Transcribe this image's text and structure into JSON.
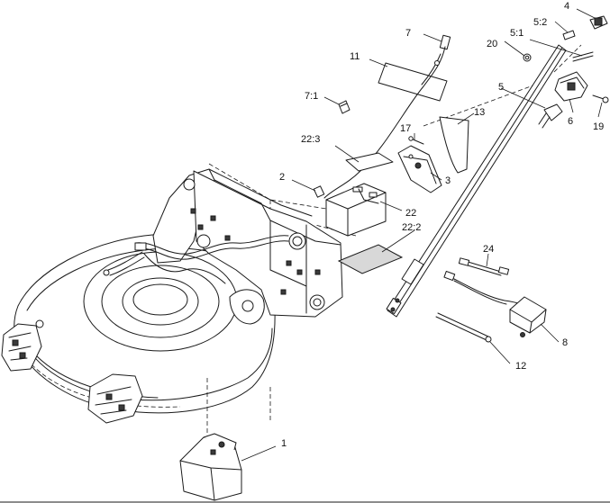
{
  "callouts": {
    "c1": "1",
    "c2": "2",
    "c3": "3",
    "c4": "4",
    "c5": "5",
    "c5_1": "5:1",
    "c5_2": "5:2",
    "c6": "6",
    "c7": "7",
    "c7_1": "7:1",
    "c8": "8",
    "c11": "11",
    "c12": "12",
    "c13": "13",
    "c17": "17",
    "c19": "19",
    "c20": "20",
    "c22": "22",
    "c22_2": "22:2",
    "c22_3": "22:3",
    "c24": "24"
  }
}
